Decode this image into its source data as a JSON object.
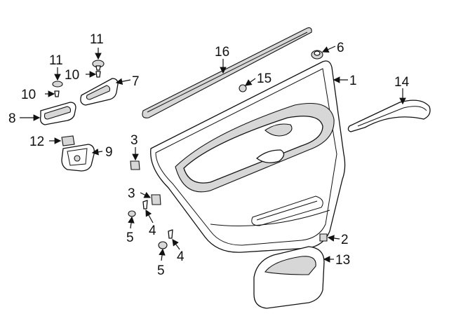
{
  "diagram": {
    "callouts": [
      "1",
      "2",
      "3",
      "3",
      "4",
      "4",
      "5",
      "5",
      "6",
      "7",
      "8",
      "9",
      "10",
      "10",
      "11",
      "11",
      "12",
      "13",
      "14",
      "15",
      "16"
    ]
  }
}
